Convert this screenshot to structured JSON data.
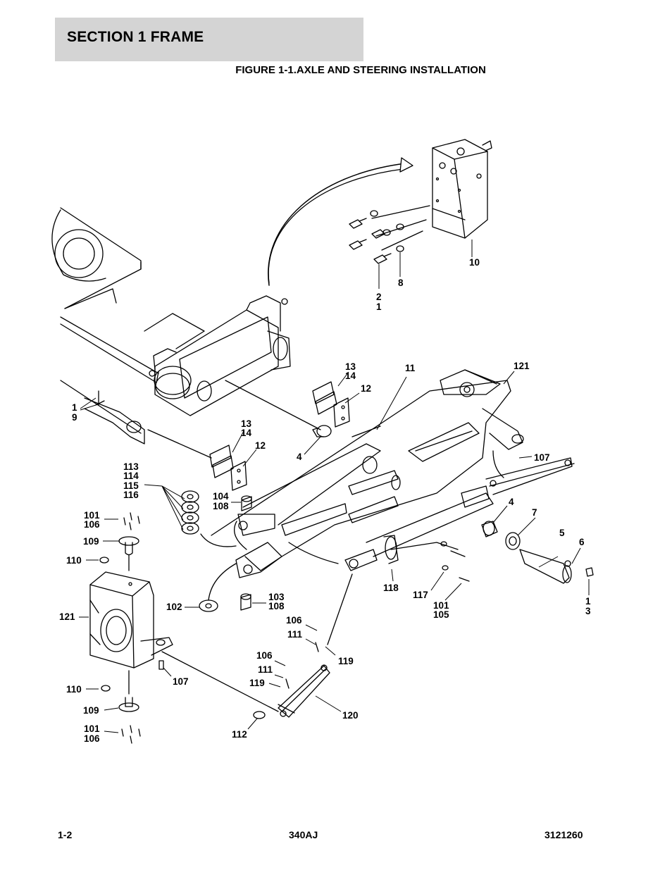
{
  "header": {
    "section": "SECTION 1  FRAME"
  },
  "figure": {
    "title": "FIGURE 1-1.AXLE AND STEERING INSTALLATION"
  },
  "callouts": [
    {
      "text": "10"
    },
    {
      "text": "2"
    },
    {
      "text": "1"
    },
    {
      "text": "8"
    },
    {
      "text": "13"
    },
    {
      "text": "14"
    },
    {
      "text": "12"
    },
    {
      "text": "11"
    },
    {
      "text": "121"
    },
    {
      "text": "1"
    },
    {
      "text": "9"
    },
    {
      "text": "13"
    },
    {
      "text": "14"
    },
    {
      "text": "12"
    },
    {
      "text": "4"
    },
    {
      "text": "113"
    },
    {
      "text": "114"
    },
    {
      "text": "115"
    },
    {
      "text": "116"
    },
    {
      "text": "104"
    },
    {
      "text": "108"
    },
    {
      "text": "107"
    },
    {
      "text": "4"
    },
    {
      "text": "7"
    },
    {
      "text": "5"
    },
    {
      "text": "6"
    },
    {
      "text": "101"
    },
    {
      "text": "106"
    },
    {
      "text": "109"
    },
    {
      "text": "110"
    },
    {
      "text": "118"
    },
    {
      "text": "117"
    },
    {
      "text": "101"
    },
    {
      "text": "105"
    },
    {
      "text": "1"
    },
    {
      "text": "3"
    },
    {
      "text": "102"
    },
    {
      "text": "103"
    },
    {
      "text": "108"
    },
    {
      "text": "121"
    },
    {
      "text": "106"
    },
    {
      "text": "111"
    },
    {
      "text": "119"
    },
    {
      "text": "106"
    },
    {
      "text": "111"
    },
    {
      "text": "119"
    },
    {
      "text": "107"
    },
    {
      "text": "110"
    },
    {
      "text": "109"
    },
    {
      "text": "120"
    },
    {
      "text": "101"
    },
    {
      "text": "106"
    },
    {
      "text": "112"
    }
  ],
  "footer": {
    "page": "1-2",
    "model": "340AJ",
    "doc_number": "3121260"
  }
}
